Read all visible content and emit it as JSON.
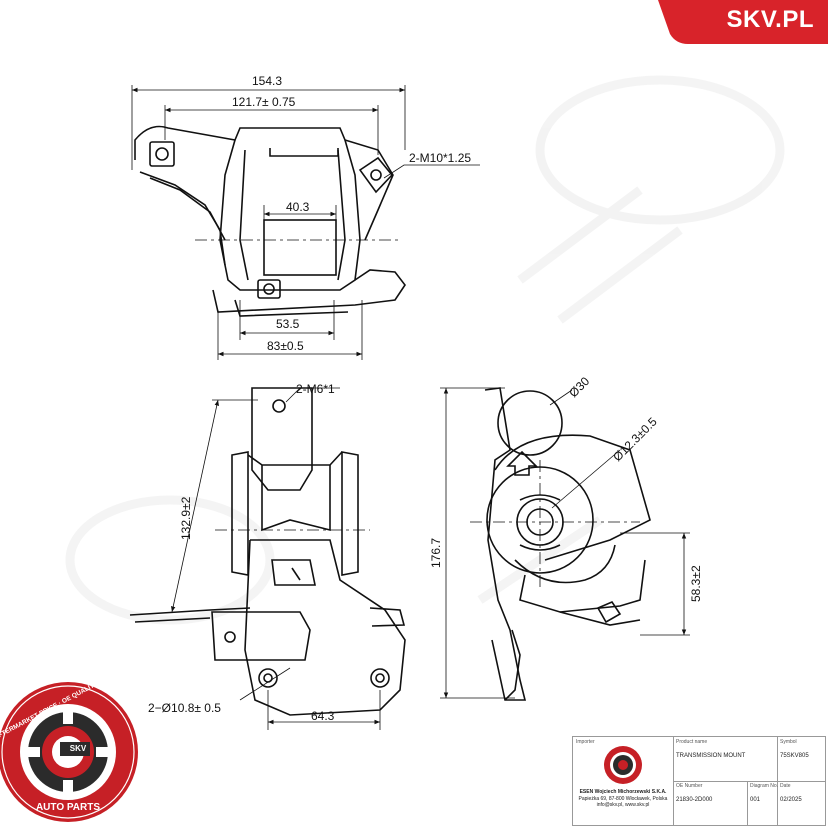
{
  "brand": {
    "logo_text": "SKV.PL",
    "accent_color": "#d8232a"
  },
  "seal": {
    "ring_text_top": "AFTERMARKET PRICE · OE QUALITY",
    "ring_text_bottom": "AUTO PARTS",
    "badge": "SKV"
  },
  "top_view": {
    "dims": {
      "overall_width": "154.3",
      "hole_spacing": "121.7± 0.75",
      "bolt_spec": "2-M10*1.25",
      "center_width": "40.3",
      "base_width_a": "53.5",
      "base_width_b": "83±0.5"
    }
  },
  "front_view": {
    "dims": {
      "stud_spec": "2-M6*1",
      "height": "132.9±2",
      "hole_spec": "2−Ø10.8± 0.5",
      "hole_spacing": "64.3"
    }
  },
  "side_view": {
    "dims": {
      "bushing_dia": "Ø30",
      "bore_dia": "Ø12.3±0.5",
      "overall_height": "176.7",
      "center_height": "58.3±2"
    }
  },
  "title_block": {
    "importer_label": "Importer",
    "importer_name": "ESEN Wojciech Michorzewski S.K.A.",
    "importer_address": "Papieżka 69, 87-800 Włocławek, Polska",
    "importer_contact": "info@skv.pl, www.skv.pl",
    "product_name_label": "Product name",
    "product_name": "TRANSMISSION MOUNT",
    "symbol_label": "Symbol",
    "symbol": "75SKV805",
    "oe_label": "OE Number",
    "oe_number": "21830-2D000",
    "diagram_label": "Diagram No.",
    "diagram_no": "001",
    "date_label": "Date",
    "date": "02/2025"
  }
}
